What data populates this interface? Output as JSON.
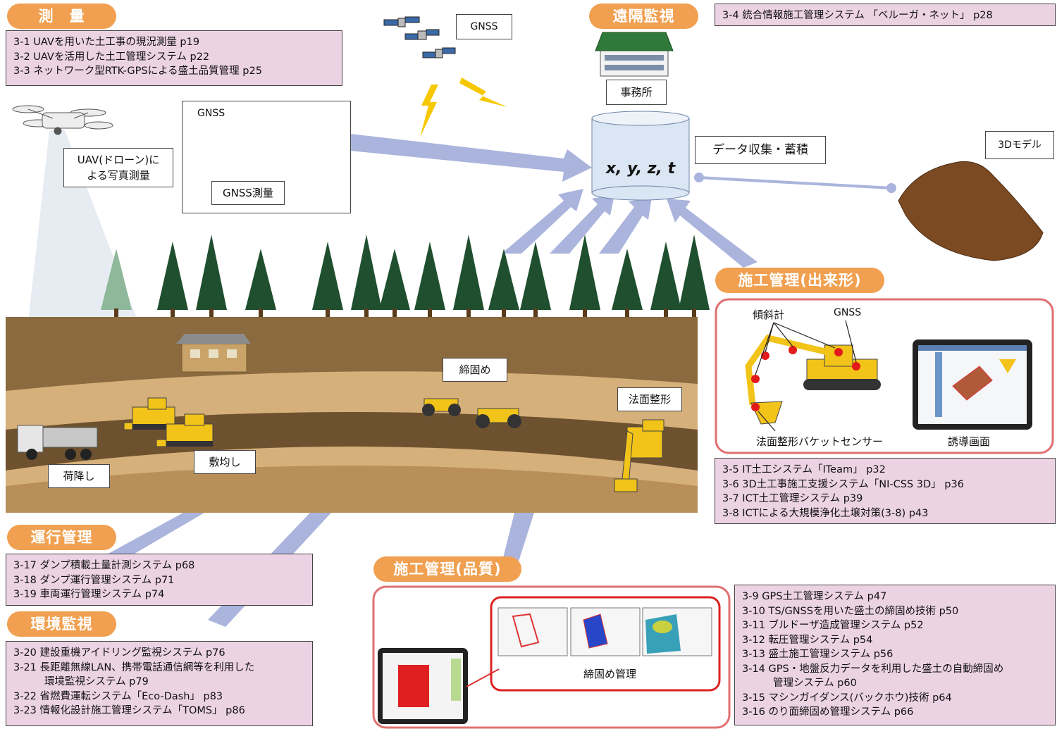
{
  "sections": {
    "survey": {
      "title": "測　量",
      "items": [
        "3-1  UAVを用いた土工事の現況測量  p19",
        "3-2  UAVを活用した土工管理システム  p22",
        "3-3  ネットワーク型RTK-GPSによる盛土品質管理  p25"
      ]
    },
    "remote": {
      "title": "遠隔監視",
      "items": [
        "3-4  統合情報施工管理システム 「ベルーガ・ネット」 p28"
      ]
    },
    "finish": {
      "title": "施工管理(出来形)",
      "items": [
        "3-5  IT土工システム「ITeam」  p32",
        "3-6  3D土工事施工支援システム「NI-CSS 3D」 p36",
        "3-7  ICT土工管理システム  p39",
        "3-8  ICTによる大規模浄化土壌対策(3-8)  p43"
      ]
    },
    "operation": {
      "title": "運行管理",
      "items": [
        "3-17  ダンプ積載土量計測システム  p68",
        "3-18  ダンプ運行管理システム  p71",
        "3-19  車両運行管理システム   p74"
      ]
    },
    "environment": {
      "title": "環境監視",
      "items": [
        "3-20  建設重機アイドリング監視システム  p76",
        "3-21  長距離無線LAN、携帯電話通信網等を利用した",
        "環境監視システム  p79",
        "3-22  省燃費運転システム「Eco-Dash」 p83",
        "3-23  情報化設計施工管理システム「TOMS」 p86"
      ]
    },
    "quality": {
      "title": "施工管理(品質)",
      "items": [
        "3-9  GPS土工管理システム  p47",
        "3-10  TS/GNSSを用いた盛土の締固め技術  p50",
        "3-11  ブルドーザ造成管理システム  p52",
        "3-12  転圧管理システム  p54",
        "3-13  盛土施工管理システム  p56",
        "3-14  GPS・地盤反力データを利用した盛土の自動締固め",
        "管理システム  p60",
        "3-15  マシンガイダンス(バックホウ)技術  p64",
        "3-16  のり面締固め管理システム  p66"
      ]
    }
  },
  "labels": {
    "gnss_sat": "GNSS",
    "office": "事務所",
    "data_store": "x, y, z, t",
    "data_collect": "データ収集・蓄積",
    "model3d": "3Dモデル",
    "uav_line1": "UAV(ドローン)に",
    "uav_line2": "よる写真測量",
    "gnss_small": "GNSS",
    "gnss_survey": "GNSS測量",
    "compaction": "締固め",
    "slope_shaping": "法面整形",
    "unloading": "荷降し",
    "spreading": "敷均し",
    "inclinometer": "傾斜計",
    "gnss_excavator": "GNSS",
    "bucket_sensor": "法面整形バケットセンサー",
    "guidance_screen": "誘導画面",
    "compaction_mgmt": "締固め管理"
  },
  "colors": {
    "tag_orange": "#f0a050",
    "ref_pink": "#ecd3e4",
    "arrow_blue": "#aab4dc",
    "panel_red": "#e07070",
    "soil_brown": "#8a6a3e",
    "road_tan": "#d6b07a"
  }
}
